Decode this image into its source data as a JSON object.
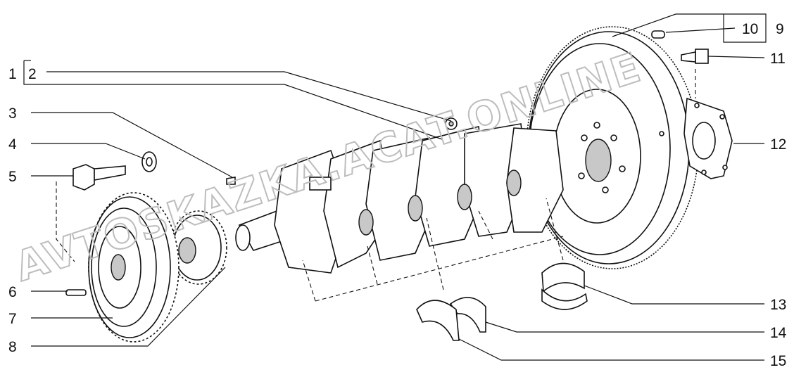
{
  "callouts": {
    "c1": "1",
    "c2": "2",
    "c3": "3",
    "c4": "4",
    "c5": "5",
    "c6": "6",
    "c7": "7",
    "c8": "8",
    "c9": "9",
    "c10": "10",
    "c11": "11",
    "c12": "12",
    "c13": "13",
    "c14": "14",
    "c15": "15"
  },
  "watermark": "AVTOSKAZKA.ACAT.ONLINE",
  "colors": {
    "line": "#111111",
    "fill": "#ffffff",
    "shade": "#c8c8c8",
    "watermark": "#bdbdbd"
  }
}
